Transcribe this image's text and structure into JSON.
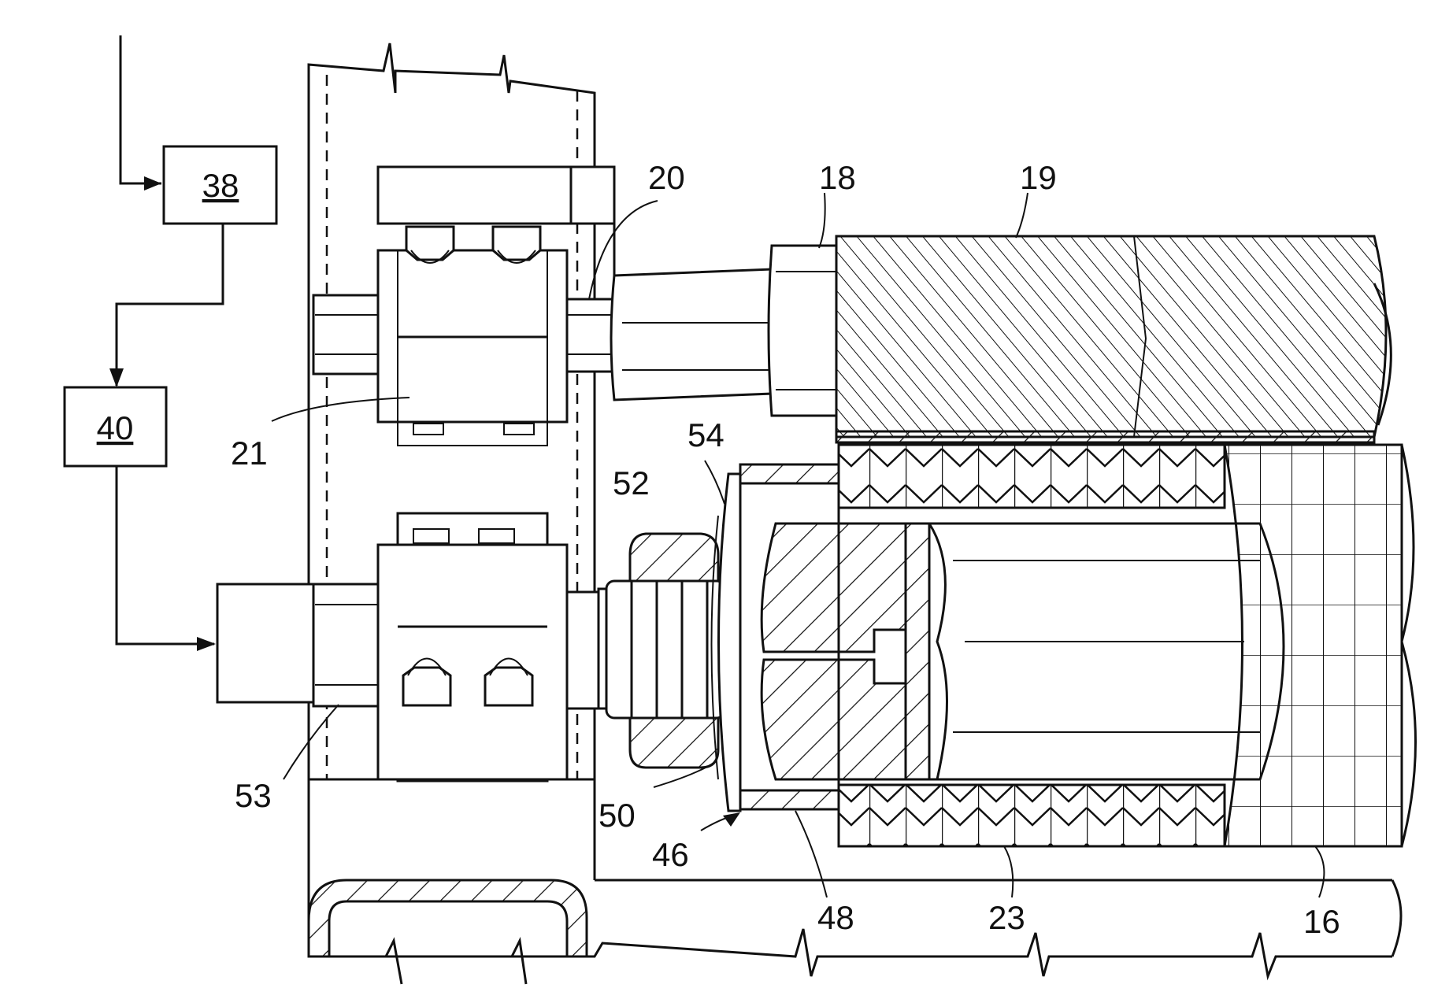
{
  "figure": {
    "blocks": [
      {
        "id": "block-38",
        "label": "38"
      },
      {
        "id": "block-40",
        "label": "40"
      }
    ],
    "reference_numerals": [
      {
        "id": "ref-18",
        "label": "18"
      },
      {
        "id": "ref-19",
        "label": "19"
      },
      {
        "id": "ref-20",
        "label": "20"
      },
      {
        "id": "ref-21",
        "label": "21"
      },
      {
        "id": "ref-52",
        "label": "52"
      },
      {
        "id": "ref-54",
        "label": "54"
      },
      {
        "id": "ref-53",
        "label": "53"
      },
      {
        "id": "ref-50",
        "label": "50"
      },
      {
        "id": "ref-46",
        "label": "46"
      },
      {
        "id": "ref-48",
        "label": "48"
      },
      {
        "id": "ref-23",
        "label": "23"
      },
      {
        "id": "ref-16",
        "label": "16"
      }
    ]
  }
}
